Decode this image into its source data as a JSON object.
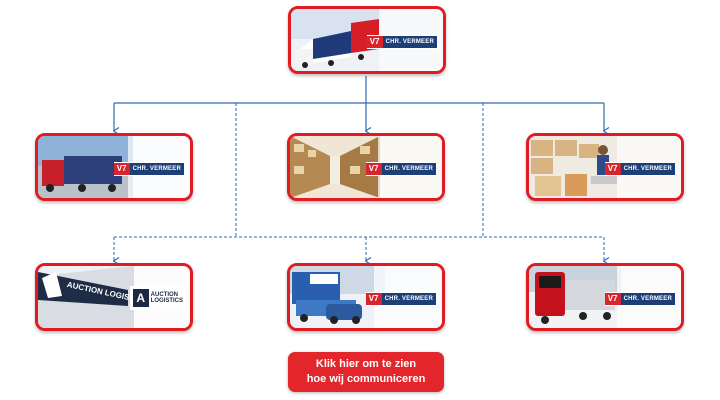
{
  "colors": {
    "card_border": "#e11b22",
    "connector": "#2f6bb0",
    "cta_bg": "#e2262b",
    "brand_blue": "#1c3f78"
  },
  "brand": {
    "mark": "V7",
    "name": "CHR. VERMEER"
  },
  "auction": {
    "mark": "A",
    "line1": "AUCTION",
    "line2": "LOGISTICS",
    "truck_text": "AUCTION LOGISTICS"
  },
  "cta": {
    "line1": "Klik hier om te zien",
    "line2": "hoe wij communiceren"
  }
}
